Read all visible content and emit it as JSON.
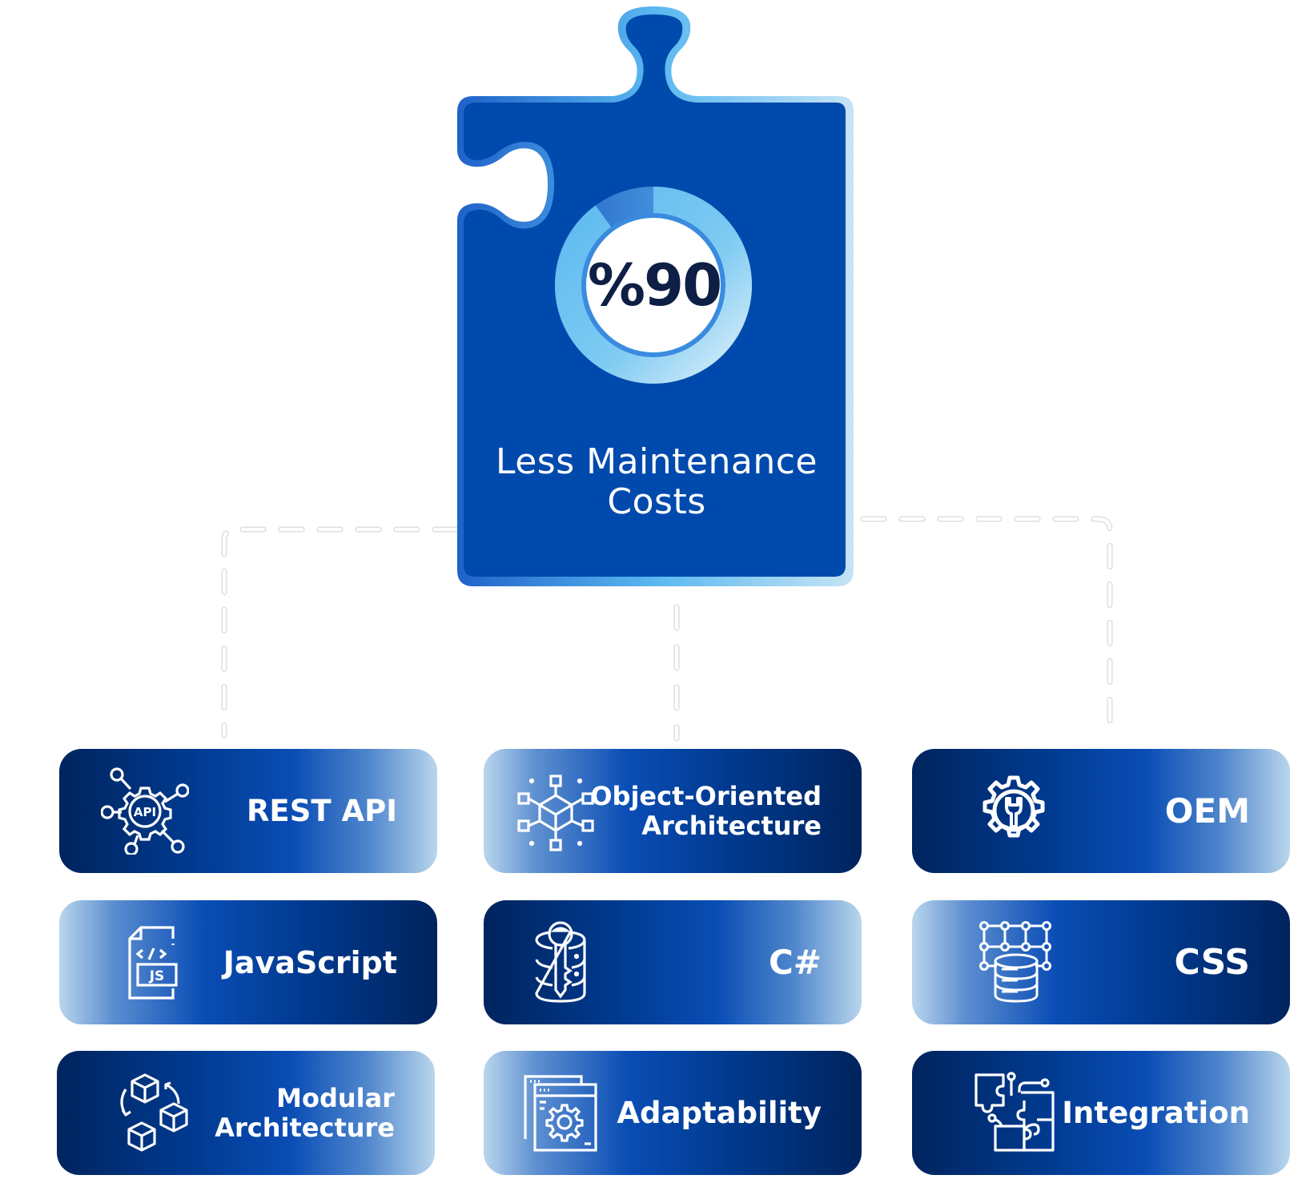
{
  "hero": {
    "value": "%90",
    "progress_percent": 90,
    "label_line1": "Less Maintenance",
    "label_line2": "Costs",
    "colors": {
      "piece_fill": "#004aad",
      "piece_outline": "#5ab8f0",
      "ring_start": "#2e7fd6",
      "ring_end": "#bfe3f7",
      "value_text": "#0d1f45"
    }
  },
  "cards": [
    {
      "id": "rest-api",
      "label_lines": [
        "REST API"
      ],
      "icon": "api-gear-icon",
      "gradient": "dark-to-light"
    },
    {
      "id": "object-oriented-architecture",
      "label_lines": [
        "Object-Oriented",
        "Architecture"
      ],
      "icon": "cube-network-icon",
      "gradient": "light-to-dark"
    },
    {
      "id": "oem",
      "label_lines": [
        "OEM"
      ],
      "icon": "gear-wrench-icon",
      "gradient": "dark-to-light"
    },
    {
      "id": "javascript",
      "label_lines": [
        "JavaScript"
      ],
      "icon": "js-file-icon",
      "gradient": "light-to-dark"
    },
    {
      "id": "csharp",
      "label_lines": [
        "C#"
      ],
      "icon": "database-key-icon",
      "gradient": "dark-to-light"
    },
    {
      "id": "css",
      "label_lines": [
        "CSS"
      ],
      "icon": "database-grid-icon",
      "gradient": "light-to-dark"
    },
    {
      "id": "modular-architecture",
      "label_lines": [
        "Modular",
        "Architecture"
      ],
      "icon": "cubes-cycle-icon",
      "gradient": "dark-to-light"
    },
    {
      "id": "adaptability",
      "label_lines": [
        "Adaptability"
      ],
      "icon": "window-gear-icon",
      "gradient": "light-to-dark"
    },
    {
      "id": "integration",
      "label_lines": [
        "Integration"
      ],
      "icon": "puzzle-circuit-icon",
      "gradient": "dark-to-light"
    }
  ]
}
